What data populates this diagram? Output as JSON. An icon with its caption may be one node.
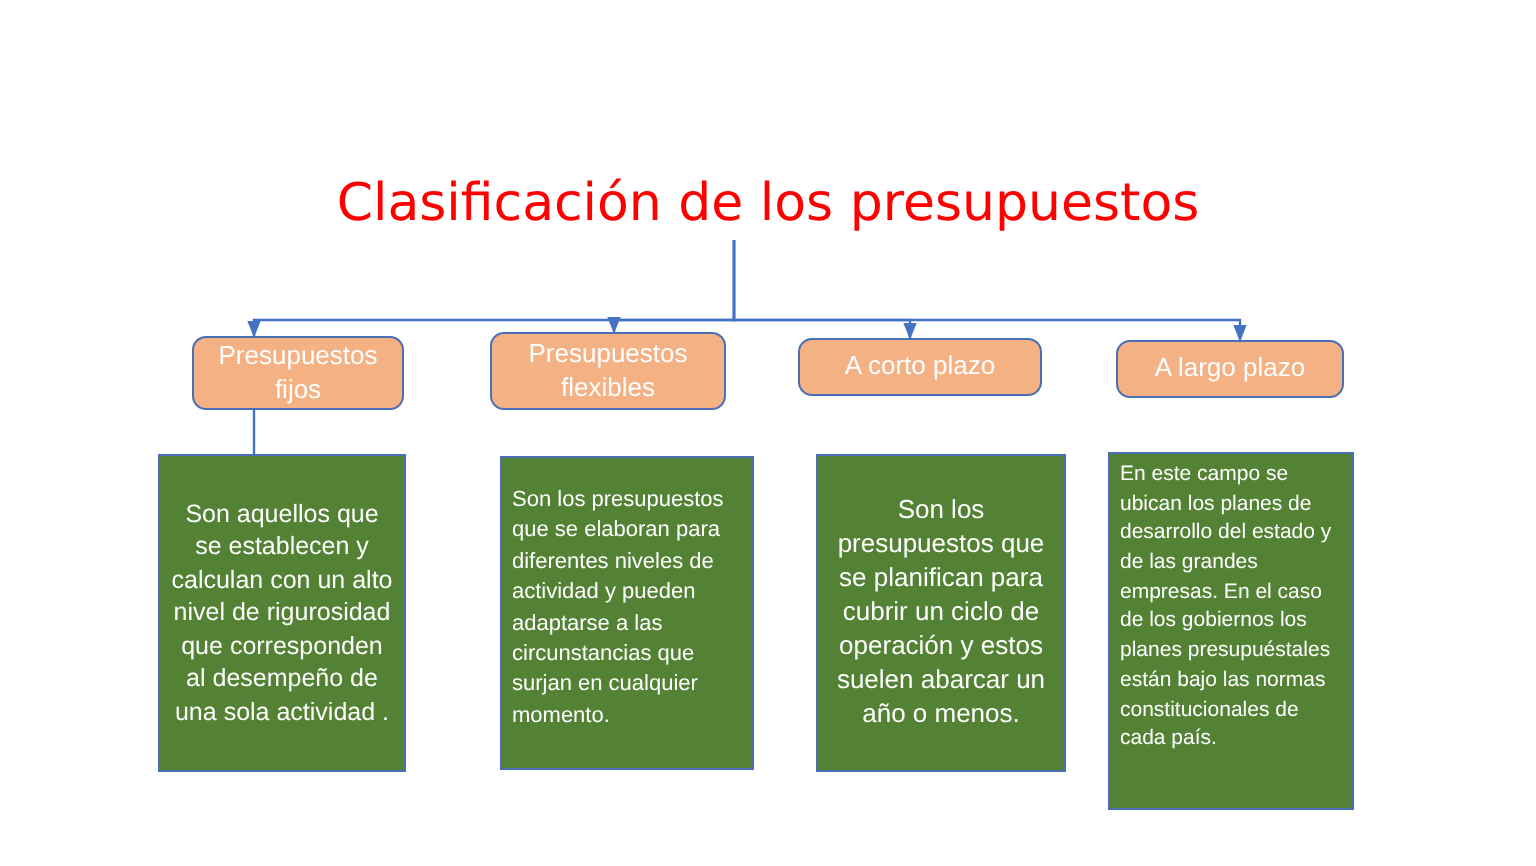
{
  "diagram": {
    "nodes": [
      {
        "text": [
          "Clasificación de los presupuestos"
        ]
      },
      {
        "text": [
          "Presupuestos fijos"
        ]
      },
      {
        "text": [
          "Presupuestos flexibles"
        ]
      },
      {
        "text": [
          "A corto plazo"
        ]
      },
      {
        "text": [
          "A largo plazo"
        ]
      },
      {
        "text": [
          "Son aquellos que se establecen y calculan con un alto nivel de rigurosidad que corresponden al desempeño de una sola actividad ."
        ]
      },
      {
        "text": [
          "Son los presupuestos que se elaboran para diferentes niveles de actividad y pueden adaptarse a las circunstancias que surjan en cualquier momento."
        ]
      },
      {
        "text": [
          "Son los presupuestos que se planifican para cubrir un ciclo de operación y estos suelen abarcar un año o menos."
        ]
      },
      {
        "text": [
          "En este campo se ubican los planes de desarrollo del estado y de las grandes empresas. En el caso de los gobiernos los planes presupuéstales están bajo las normas constitucionales de cada país."
        ]
      }
    ],
    "edges": [
      {
        "from": 0,
        "to": 1,
        "arrow": "to"
      },
      {
        "from": 0,
        "to": 2,
        "arrow": "to"
      },
      {
        "from": 0,
        "to": 3,
        "arrow": "to"
      },
      {
        "from": 0,
        "to": 4,
        "arrow": "to"
      },
      {
        "from": 1,
        "to": 5,
        "arrow": "none"
      }
    ]
  }
}
